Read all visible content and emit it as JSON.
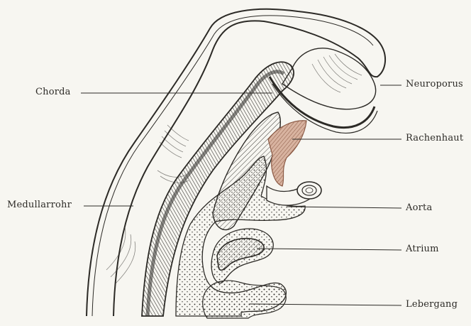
{
  "figure": {
    "labels": {
      "chorda": "Chorda",
      "medullarrohr": "Medullarrohr",
      "neuroporus": "Neuroporus",
      "rachenhaut": "Rachenhaut",
      "aorta": "Aorta",
      "atrium": "Atrium",
      "lebergang": "Lebergang"
    },
    "colors": {
      "ink": "#2c2a26",
      "paper": "#f7f6f1",
      "membrane": "#b98f7a"
    }
  }
}
